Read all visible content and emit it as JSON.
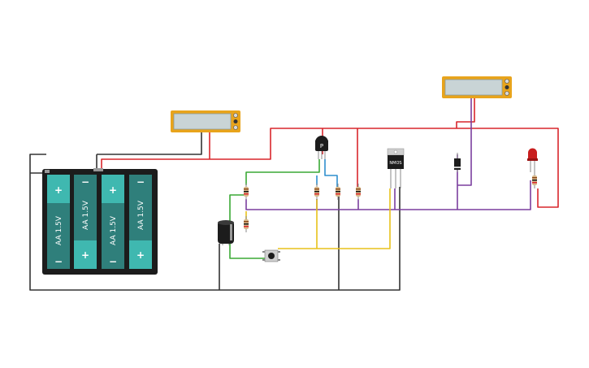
{
  "battery_pack": {
    "cells": [
      {
        "label": "AA 1.5V",
        "top_sign": "+",
        "bottom_sign": "−"
      },
      {
        "label": "AA 1.5V",
        "top_sign": "−",
        "bottom_sign": "+"
      },
      {
        "label": "AA 1.5V",
        "top_sign": "+",
        "bottom_sign": "−"
      },
      {
        "label": "AA 1.5V",
        "top_sign": "−",
        "bottom_sign": "+"
      }
    ]
  },
  "transistor": {
    "label": "P"
  },
  "regulator": {
    "label": "NMOS"
  },
  "colors": {
    "wire_red": "#d9262c",
    "wire_black": "#333333",
    "wire_green": "#3aa935",
    "wire_blue": "#2f8fce",
    "wire_purple": "#7b3f9e",
    "wire_yellow": "#e8c21a",
    "battery_teal": "#2f7f7b",
    "battery_light": "#3fb8b0",
    "meter_orange": "#e8a41c",
    "led_red": "#c81e1e"
  }
}
